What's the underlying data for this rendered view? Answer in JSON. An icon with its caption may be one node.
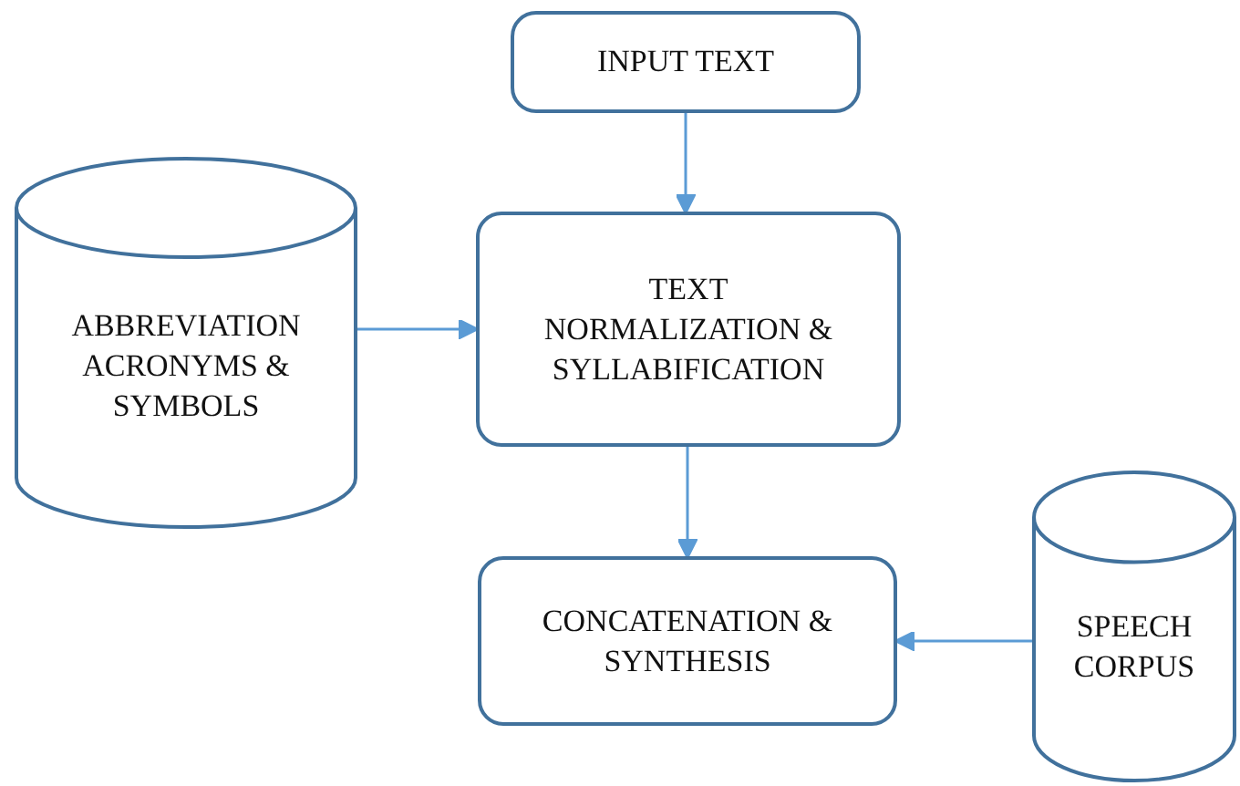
{
  "diagram": {
    "nodes": [
      {
        "text": [
          "INPUT TEXT"
        ]
      },
      {
        "text": [
          "ABBREVIATION ACRONYMS & SYMBOLS"
        ]
      },
      {
        "text": [
          "TEXT NORMALIZATION & SYLLABIFICATION"
        ]
      },
      {
        "text": [
          "CONCATENATION & SYNTHESIS"
        ]
      },
      {
        "text": [
          "SPEECH CORPUS"
        ]
      }
    ],
    "edges": [
      {
        "from": 0,
        "to": 2,
        "arrow": "to"
      },
      {
        "from": 1,
        "to": 2,
        "arrow": "to"
      },
      {
        "from": 2,
        "to": 3,
        "arrow": "to"
      },
      {
        "from": 4,
        "to": 3,
        "arrow": "to"
      }
    ]
  }
}
